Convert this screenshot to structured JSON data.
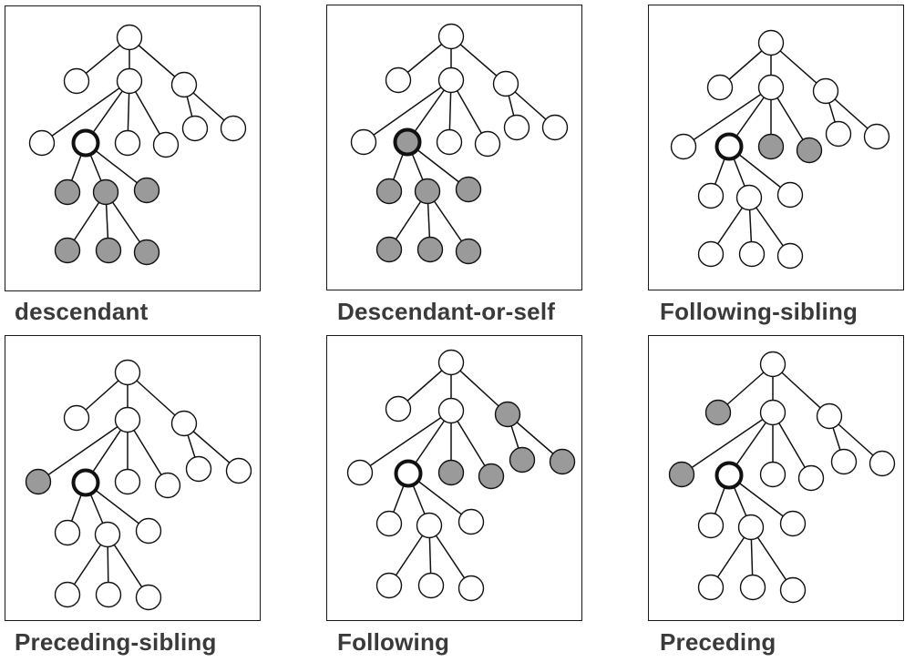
{
  "colors": {
    "highlight": "#9a9a9a",
    "plain": "#ffffff",
    "stroke": "#111111",
    "caption": "#3a3a3a"
  },
  "panels": [
    {
      "caption": "descendant",
      "layout": "A",
      "context": "N",
      "highlighted": [
        "G1",
        "G2",
        "G3",
        "H1",
        "H2",
        "H3"
      ]
    },
    {
      "caption": "Descendant-or-self",
      "layout": "A",
      "context": "N",
      "context_filled": true,
      "highlighted": [
        "G1",
        "G2",
        "G3",
        "H1",
        "H2",
        "H3"
      ]
    },
    {
      "caption": "Following-sibling",
      "layout": "B",
      "context": "N",
      "highlighted": [
        "F3",
        "F4"
      ]
    },
    {
      "caption": "Preceding-sibling",
      "layout": "C",
      "context": "N",
      "highlighted": [
        "F1"
      ]
    },
    {
      "caption": "Following",
      "layout": "D",
      "context": "N",
      "highlighted": [
        "F3",
        "F4",
        "R",
        "K1",
        "K2"
      ]
    },
    {
      "caption": "Preceding",
      "layout": "E",
      "context": "N",
      "highlighted": [
        "L",
        "F1"
      ]
    }
  ]
}
